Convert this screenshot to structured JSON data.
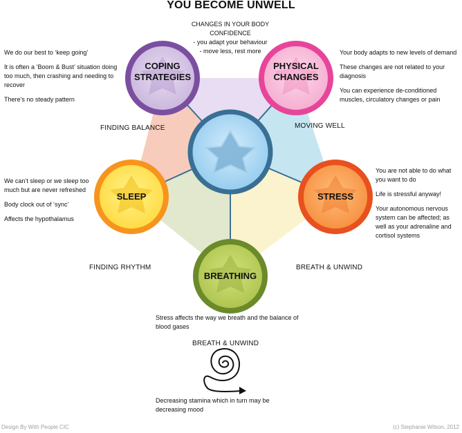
{
  "title": "YOU BECOME UNWELL",
  "top_note": {
    "line1": "CHANGES IN YOUR BODY",
    "line2": "CONFIDENCE",
    "line3": "- you adapt your behaviour",
    "line4": "- move less, rest more"
  },
  "circles": {
    "coping": {
      "line1": "COPING",
      "line2": "STRATEGIES"
    },
    "physical": {
      "line1": "PHYSICAL",
      "line2": "CHANGES"
    },
    "sleep": {
      "label": "SLEEP"
    },
    "stress": {
      "label": "STRESS"
    },
    "breathing": {
      "label": "BREATHING"
    }
  },
  "sections": {
    "finding_balance": "FINDING BALANCE",
    "moving_well": "MOVING WELL",
    "finding_rhythm": "FINDING RHYTHM",
    "breath_unwind": "BREATH & UNWIND",
    "breath_unwind_bottom": "BREATH & UNWIND"
  },
  "left_top_text": [
    "We do our best to ‘keep going’",
    "It is often a ‘Boom & Bust’ situation doing too much, then crashing and needing to recover",
    "There’s no steady pattern"
  ],
  "right_top_text": [
    "Your body adapts to new levels of demand",
    "These changes are not related to your diagnosis",
    "You can experience de-conditioned muscles, circulatory changes or pain"
  ],
  "left_mid_text": [
    "We can’t sleep or we sleep too much but are never refreshed",
    "Body clock out of ‘sync’",
    "Affects the hypothalamus"
  ],
  "right_mid_text": [
    "You are not able to do what you want to do",
    "Life is stressful anyway!",
    "Your autonomous nervous system can be affected; as well as your adrenaline and cortisol systems"
  ],
  "breathing_note": "Stress affects the way we breath and the balance of blood gases",
  "bottom_note": "Decreasing stamina which in turn may be decreasing mood",
  "footer": {
    "left": "Design By With People CIC",
    "right": "(c) Stephanie Wilson, 2012"
  },
  "colors": {
    "coping": "#7b4fa0",
    "physical": "#e7459a",
    "sleep": "#f7941d",
    "stress": "#e8501e",
    "breathing": "#6b8a2a",
    "center": "#3a6f95"
  }
}
